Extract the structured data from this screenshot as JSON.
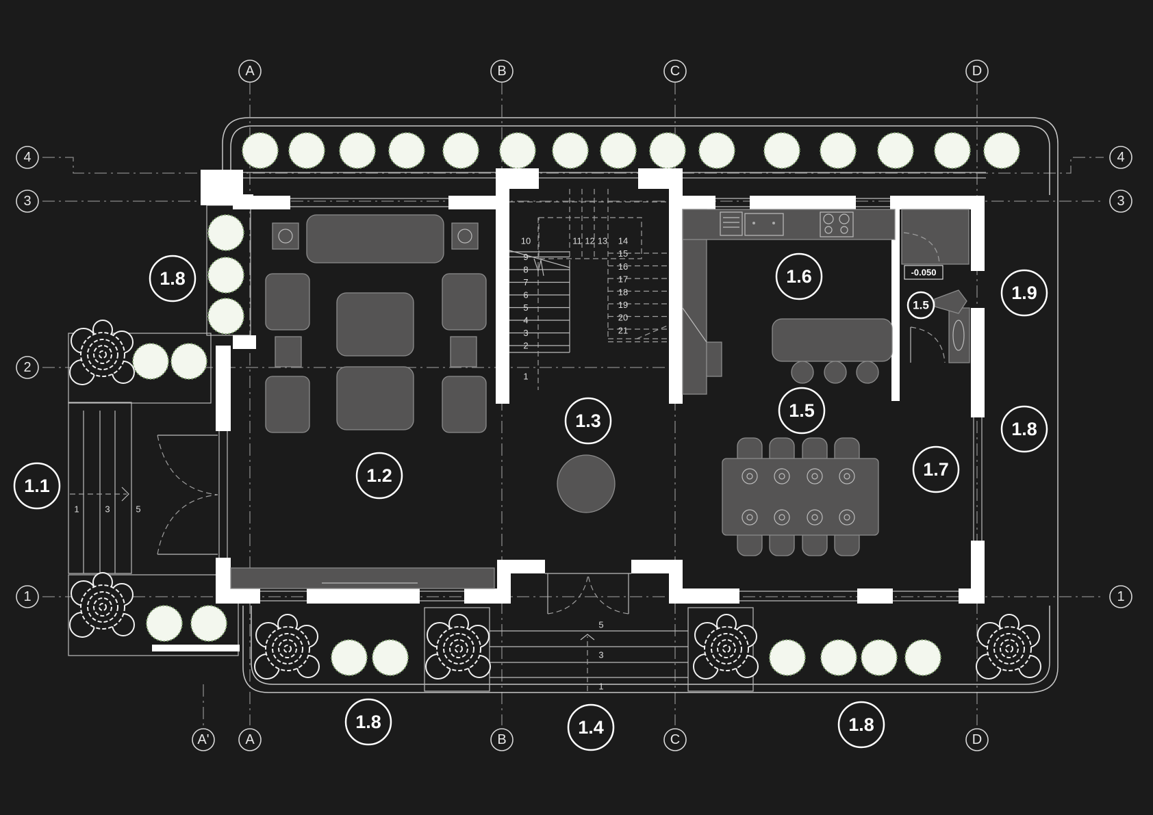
{
  "drawing": {
    "type": "ground-floor-plan",
    "colors": {
      "background": "#1b1b1b",
      "wall": "#ffffff",
      "furniture": "#555454",
      "tree": "#f3f7ee",
      "tree_accent": "#7da06b"
    }
  },
  "grid_axes": {
    "columns_top": [
      "A",
      "B",
      "C",
      "D"
    ],
    "columns_bottom": [
      "A'",
      "A",
      "B",
      "C",
      "D"
    ],
    "rows_left": [
      "4",
      "3",
      "2",
      "1"
    ],
    "rows_right": [
      "4",
      "3",
      "1"
    ]
  },
  "rooms": [
    {
      "id": "1.1",
      "label": "1.1",
      "name": "entrance-steps"
    },
    {
      "id": "1.2",
      "label": "1.2",
      "name": "living-room"
    },
    {
      "id": "1.3",
      "label": "1.3",
      "name": "hall-stair"
    },
    {
      "id": "1.4",
      "label": "1.4",
      "name": "front-entry"
    },
    {
      "id": "1.5a",
      "label": "1.5",
      "name": "wc"
    },
    {
      "id": "1.5b",
      "label": "1.5",
      "name": "bar-counter"
    },
    {
      "id": "1.6",
      "label": "1.6",
      "name": "kitchen"
    },
    {
      "id": "1.7",
      "label": "1.7",
      "name": "dining-room"
    },
    {
      "id": "1.8a",
      "label": "1.8",
      "name": "garden-west"
    },
    {
      "id": "1.8b",
      "label": "1.8",
      "name": "garden-south-west"
    },
    {
      "id": "1.8c",
      "label": "1.8",
      "name": "garden-south-east"
    },
    {
      "id": "1.8d",
      "label": "1.8",
      "name": "garden-east"
    },
    {
      "id": "1.9",
      "label": "1.9",
      "name": "service-yard"
    }
  ],
  "stair": {
    "left_flight": [
      "1",
      "2",
      "3",
      "4",
      "5",
      "6",
      "7",
      "8",
      "9",
      "10"
    ],
    "landing": [
      "11",
      "12",
      "13"
    ],
    "right_flight": [
      "14",
      "15",
      "16",
      "17",
      "18",
      "19",
      "20",
      "21"
    ]
  },
  "entry_steps_west": [
    "1",
    "3",
    "5"
  ],
  "entry_steps_south": [
    "5",
    "3",
    "1"
  ],
  "level_mark": "-0.050"
}
